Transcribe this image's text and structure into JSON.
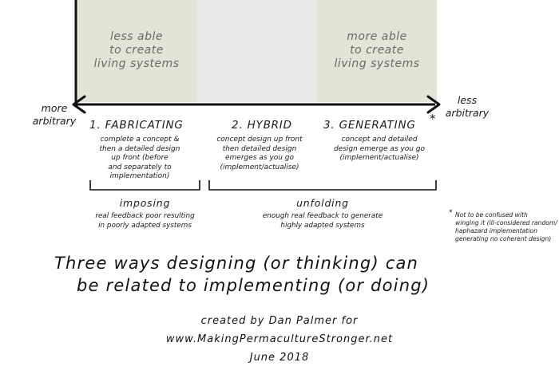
{
  "panels": {
    "left_note": "less able\nto create\nliving systems",
    "right_note": "more able\nto create\nliving systems"
  },
  "axis": {
    "left_label": "more\narbitrary",
    "right_label": "less\narbitrary"
  },
  "approaches": [
    {
      "heading": "1. FABRICATING",
      "description": "complete a concept &\nthen a detailed design\nup front (before\nand separately to\nimplementation)"
    },
    {
      "heading": "2. HYBRID",
      "description": "concept design up front\nthen detailed design\nemerges as you go\n(implement/actualise)"
    },
    {
      "heading": "3. GENERATING",
      "heading_marker": "*",
      "description": "concept and detailed\ndesign emerge as you go\n(implement/actualise)"
    }
  ],
  "groupings": [
    {
      "label": "imposing",
      "description": "real feedback poor resulting\nin poorly adapted systems"
    },
    {
      "label": "unfolding",
      "description": "enough real feedback to generate\nhighly adapted systems"
    }
  ],
  "footnote": {
    "marker": "*",
    "text": "Not to be confused with\nwinging it (ill-considered random/\nhaphazard implementation\ngenerating no coherent design)"
  },
  "title": {
    "line1": "Three ways designing (or thinking) can",
    "line2": "be related to implementing (or doing)"
  },
  "credits": {
    "line1": "created by Dan Palmer for",
    "line2": "www.MakingPermacultureStronger.net",
    "line3": "June 2018"
  }
}
